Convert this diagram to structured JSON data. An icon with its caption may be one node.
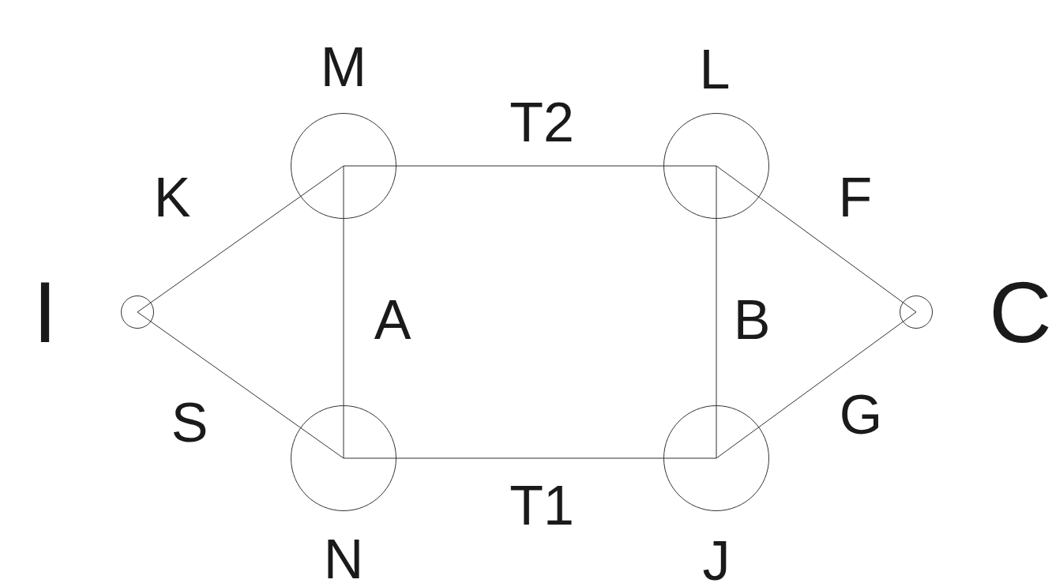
{
  "diagram": {
    "nodes": [
      {
        "text": [],
        "shape": "circle",
        "beside": [
          "I"
        ]
      },
      {
        "text": [],
        "shape": "circle",
        "beside": [
          "M"
        ]
      },
      {
        "text": [],
        "shape": "circle",
        "beside": [
          "N"
        ]
      },
      {
        "text": [],
        "shape": "circle",
        "beside": [
          "L"
        ]
      },
      {
        "text": [],
        "shape": "circle",
        "beside": [
          "J"
        ]
      },
      {
        "text": [],
        "shape": "circle",
        "beside": [
          "C"
        ]
      }
    ],
    "edges": [
      {
        "from": 0,
        "to": 1,
        "arrow": "none",
        "label": "K"
      },
      {
        "from": 0,
        "to": 2,
        "arrow": "none",
        "label": "S"
      },
      {
        "from": 1,
        "to": 3,
        "arrow": "none",
        "label": "T2"
      },
      {
        "from": 2,
        "to": 4,
        "arrow": "none",
        "label": "T1"
      },
      {
        "from": 1,
        "to": 2,
        "arrow": "none",
        "label": "A"
      },
      {
        "from": 3,
        "to": 4,
        "arrow": "none",
        "label": "B"
      },
      {
        "from": 3,
        "to": 5,
        "arrow": "none",
        "label": "F"
      },
      {
        "from": 4,
        "to": 5,
        "arrow": "none",
        "label": "G"
      }
    ]
  }
}
